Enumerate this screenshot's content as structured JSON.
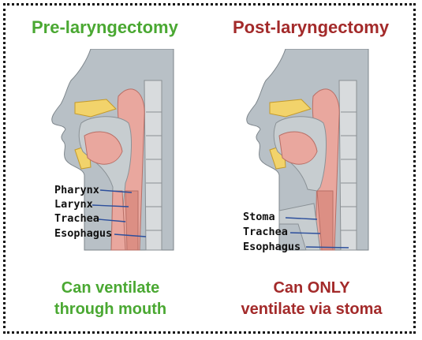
{
  "colors": {
    "pre": "#4aa832",
    "post": "#a32a2a",
    "tissue": "#e9a79e",
    "airway": "#c7cdd0",
    "bone": "#f2d36b",
    "skin": "#b8c0c6",
    "pointer": "#2c4f9c"
  },
  "panels": [
    {
      "title": "Pre-laryngectomy",
      "labels": [
        "Pharynx",
        "Larynx",
        "Trachea",
        "Esophagus"
      ],
      "caption_lines": [
        "Can ventilate",
        "through mouth"
      ]
    },
    {
      "title": "Post-laryngectomy",
      "labels": [
        "Stoma",
        "Trachea",
        "Esophagus"
      ],
      "caption_lines": [
        "Can ONLY",
        "ventilate via stoma"
      ]
    }
  ]
}
